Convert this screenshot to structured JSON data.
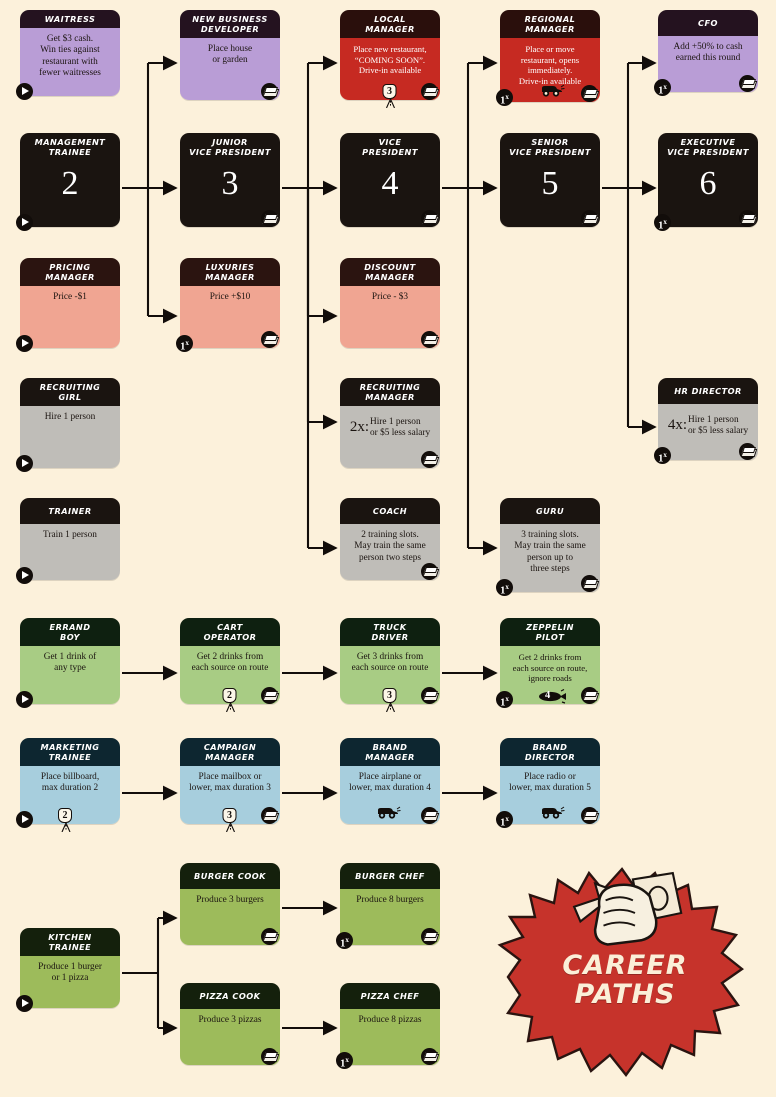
{
  "meta": {
    "title": "Career Paths",
    "background_color": "#FCF1DB"
  },
  "logo": {
    "line1": "CAREER",
    "line2": "PATHS",
    "badge_color": "#C6332B",
    "icon": "fist-holding-money-icon"
  },
  "tokens": {
    "play": "play-token",
    "money": "money-token",
    "road": "road-shield-token",
    "car": "car-token",
    "zeppelin": "zeppelin-token"
  },
  "cards": [
    {
      "id": "waitress",
      "title": "WAITRESS",
      "body": "Get $3 cash.\nWin ties against\nrestaurant with\nfewer waitresses",
      "color": "purple",
      "badges": {
        "left": "play",
        "right": null,
        "mid": null
      }
    },
    {
      "id": "new-business-developer",
      "title": "NEW BUSINESS\nDEVELOPER",
      "body": "Place house\nor garden",
      "color": "purple",
      "badges": {
        "left": null,
        "right": "money",
        "mid": null
      }
    },
    {
      "id": "local-manager",
      "title": "LOCAL\nMANAGER",
      "body": "Place new restaurant,\n“COMING SOON”.\nDrive-in available",
      "color": "red",
      "badges": {
        "left": null,
        "right": "money",
        "mid": "road",
        "mid_value": "3"
      }
    },
    {
      "id": "regional-manager",
      "title": "REGIONAL\nMANAGER",
      "body": "Place or move\nrestaurant, opens\nimmediately.\nDrive-in available",
      "color": "red",
      "badges": {
        "left": "1x",
        "right": "money",
        "mid": "car"
      }
    },
    {
      "id": "cfo",
      "title": "CFO",
      "body": "Add +50% to cash\nearned this round",
      "color": "purple",
      "badges": {
        "left": "1x",
        "right": "money",
        "mid": null
      }
    },
    {
      "id": "management-trainee",
      "title": "MANAGEMENT\nTRAINEE",
      "body": "2",
      "big": true,
      "color": "black",
      "badges": {
        "left": "play",
        "right": null,
        "mid": null
      }
    },
    {
      "id": "junior-vice-president",
      "title": "JUNIOR\nVICE PRESIDENT",
      "body": "3",
      "big": true,
      "color": "black",
      "badges": {
        "left": null,
        "right": "money",
        "mid": null
      }
    },
    {
      "id": "vice-president",
      "title": "VICE\nPRESIDENT",
      "body": "4",
      "big": true,
      "color": "black",
      "badges": {
        "left": null,
        "right": "money",
        "mid": null
      }
    },
    {
      "id": "senior-vice-president",
      "title": "SENIOR\nVICE PRESIDENT",
      "body": "5",
      "big": true,
      "color": "black",
      "badges": {
        "left": null,
        "right": "money",
        "mid": null
      }
    },
    {
      "id": "executive-vice-president",
      "title": "EXECUTIVE\nVICE PRESIDENT",
      "body": "6",
      "big": true,
      "color": "black",
      "badges": {
        "left": "1x",
        "right": "money",
        "mid": null
      }
    },
    {
      "id": "pricing-manager",
      "title": "PRICING\nMANAGER",
      "body": "Price  -$1",
      "color": "salmon",
      "badges": {
        "left": "play",
        "right": null,
        "mid": null
      }
    },
    {
      "id": "luxuries-manager",
      "title": "LUXURIES\nMANAGER",
      "body": "Price  +$10",
      "color": "salmon",
      "badges": {
        "left": "1x",
        "right": "money",
        "mid": null
      }
    },
    {
      "id": "discount-manager",
      "title": "DISCOUNT\nMANAGER",
      "body": "Price  - $3",
      "color": "salmon",
      "badges": {
        "left": null,
        "right": "money",
        "mid": null
      }
    },
    {
      "id": "recruiting-girl",
      "title": "RECRUITING\nGIRL",
      "body": "Hire 1 person",
      "color": "gray",
      "badges": {
        "left": "play",
        "right": null,
        "mid": null
      }
    },
    {
      "id": "recruiting-manager",
      "title": "RECRUITING\nMANAGER",
      "multiplier": "2x:",
      "body": "Hire 1 person\nor $5 less salary",
      "color": "gray",
      "badges": {
        "left": null,
        "right": "money",
        "mid": null
      }
    },
    {
      "id": "hr-director",
      "title": "HR DIRECTOR",
      "multiplier": "4x:",
      "body": "Hire 1 person\nor $5 less salary",
      "color": "gray",
      "badges": {
        "left": "1x",
        "right": "money",
        "mid": null
      }
    },
    {
      "id": "trainer",
      "title": "TRAINER",
      "body": "Train 1 person",
      "color": "gray",
      "badges": {
        "left": "play",
        "right": null,
        "mid": null
      }
    },
    {
      "id": "coach",
      "title": "COACH",
      "body": "2 training slots.\nMay train the same\nperson two steps",
      "color": "gray",
      "badges": {
        "left": null,
        "right": "money",
        "mid": null
      }
    },
    {
      "id": "guru",
      "title": "GURU",
      "body": "3 training slots.\nMay train the same\nperson up to\nthree steps",
      "color": "gray",
      "badges": {
        "left": "1x",
        "right": "money",
        "mid": null
      }
    },
    {
      "id": "errand-boy",
      "title": "ERRAND\nBOY",
      "body": "Get 1 drink of\nany type",
      "color": "green",
      "badges": {
        "left": "play",
        "right": null,
        "mid": null
      }
    },
    {
      "id": "cart-operator",
      "title": "CART\nOPERATOR",
      "body": "Get 2 drinks from\neach source on route",
      "color": "green",
      "badges": {
        "left": null,
        "right": "money",
        "mid": "road",
        "mid_value": "2"
      }
    },
    {
      "id": "truck-driver",
      "title": "TRUCK\nDRIVER",
      "body": "Get 3 drinks from\neach source on route",
      "color": "green",
      "badges": {
        "left": null,
        "right": "money",
        "mid": "road",
        "mid_value": "3"
      }
    },
    {
      "id": "zeppelin-pilot",
      "title": "ZEPPELIN\nPILOT",
      "body": "Get 2 drinks from\neach source on route,\nignore roads",
      "color": "green",
      "badges": {
        "left": "1x",
        "right": "money",
        "mid": "zeppelin",
        "mid_value": "4"
      }
    },
    {
      "id": "marketing-trainee",
      "title": "MARKETING\nTRAINEE",
      "body": "Place billboard,\nmax duration 2",
      "color": "blue",
      "badges": {
        "left": "play",
        "right": null,
        "mid": "road",
        "mid_value": "2",
        "mid_pos": "near-left"
      }
    },
    {
      "id": "campaign-manager",
      "title": "CAMPAIGN\nMANAGER",
      "body": "Place mailbox or\nlower, max duration 3",
      "color": "blue",
      "badges": {
        "left": null,
        "right": "money",
        "mid": "road",
        "mid_value": "3"
      }
    },
    {
      "id": "brand-manager",
      "title": "BRAND\nMANAGER",
      "body": "Place airplane or\nlower, max duration 4",
      "color": "blue",
      "badges": {
        "left": null,
        "right": "money",
        "mid": "car"
      }
    },
    {
      "id": "brand-director",
      "title": "BRAND\nDIRECTOR",
      "body": "Place radio or\nlower, max duration 5",
      "color": "blue",
      "badges": {
        "left": "1x",
        "right": "money",
        "mid": "car"
      }
    },
    {
      "id": "kitchen-trainee",
      "title": "KITCHEN\nTRAINEE",
      "body": "Produce 1 burger\nor 1 pizza",
      "color": "olive",
      "badges": {
        "left": "play",
        "right": null,
        "mid": null
      }
    },
    {
      "id": "burger-cook",
      "title": "BURGER COOK",
      "body": "Produce 3 burgers",
      "color": "olive",
      "badges": {
        "left": null,
        "right": "money",
        "mid": null
      }
    },
    {
      "id": "burger-chef",
      "title": "BURGER CHEF",
      "body": "Produce 8 burgers",
      "color": "olive",
      "badges": {
        "left": "1x",
        "right": "money",
        "mid": null
      }
    },
    {
      "id": "pizza-cook",
      "title": "PIZZA COOK",
      "body": "Produce 3 pizzas",
      "color": "olive",
      "badges": {
        "left": null,
        "right": "money",
        "mid": null
      }
    },
    {
      "id": "pizza-chef",
      "title": "PIZZA CHEF",
      "body": "Produce 8 pizzas",
      "color": "olive",
      "badges": {
        "left": "1x",
        "right": "money",
        "mid": null
      }
    }
  ]
}
